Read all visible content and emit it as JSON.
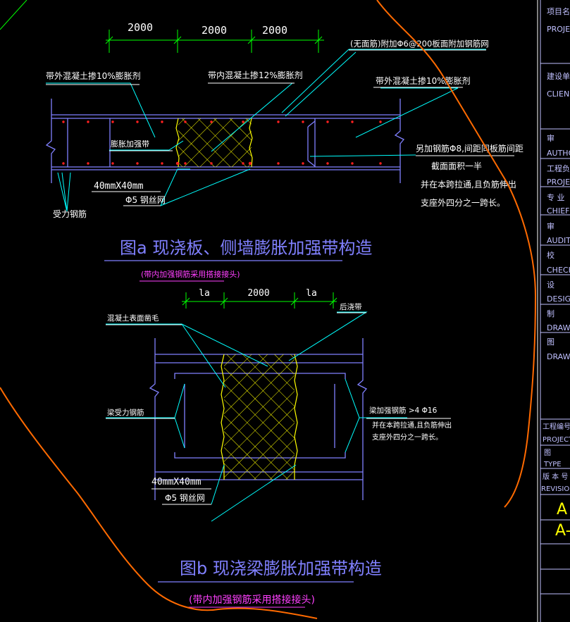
{
  "fig_a": {
    "dims": [
      "2000",
      "2000",
      "2000"
    ],
    "label_left_concrete": "带外混凝土掺10%膨胀剂",
    "label_mid_concrete": "带内混凝土掺12%膨胀剂",
    "label_top_note": "(无面筋)附加Φ6@200板面附加钢筋网",
    "label_right_concrete": "带外混凝土掺10%膨胀剂",
    "label_strip": "膨胀加强带",
    "label_mesh_size": "40mmX40mm",
    "label_mesh_wire": "Φ5 钢丝网",
    "label_rebar": "受力钢筋",
    "note_lines": [
      "另加钢筋Φ8,间距同板筋间距",
      "截面面积一半",
      "并在本跨拉通,且负筋伸出",
      "支座外四分之一跨长。"
    ],
    "title": "图a  现浇板、侧墙膨胀加强带构造",
    "subtitle": "(带内加强钢筋采用搭接接头)"
  },
  "fig_b": {
    "dims": [
      "la",
      "2000",
      "la"
    ],
    "label_rough": "混凝土表面凿毛",
    "label_post_pour": "后浇带",
    "label_beam_rebar": "梁受力钢筋",
    "note_lines": [
      "梁加强钢筋  >4 Φ16",
      "并在本跨拉通,且负筋伸出",
      "支座外四分之一跨长。"
    ],
    "label_mesh_size": "40mmX40mm",
    "label_mesh_wire": "Φ5 钢丝网",
    "title": "图b  现浇梁膨胀加强带构造",
    "subtitle": "(带内加强钢筋采用搭接接头)"
  },
  "title_block": {
    "rows": [
      {
        "cn": "项目名",
        "en": "PROJE"
      },
      {
        "cn": "建设单",
        "en": "CLIEN"
      },
      {
        "cn": "审",
        "en": "AUTHO"
      },
      {
        "cn": "工程负责",
        "en": "PROJEC"
      },
      {
        "cn": "专 业",
        "en": "CHIEF"
      },
      {
        "cn": "审",
        "en": "AUDITI"
      },
      {
        "cn": "校",
        "en": "CHECK"
      },
      {
        "cn": "设",
        "en": "DESIGN"
      },
      {
        "cn": "制",
        "en": "DRAWI"
      },
      {
        "cn": "图",
        "en": "DRAWI"
      },
      {
        "cn": "工程编号",
        "en": "PROJECT"
      },
      {
        "cn": "图 ",
        "en": "TYPE"
      },
      {
        "cn": "版 本 号",
        "en": "REVISION"
      }
    ],
    "sheet_codes": [
      "A",
      "A-"
    ]
  },
  "colors": {
    "dimension": "#00ff00",
    "structure": "#8080ff",
    "rebar": "#ff2020",
    "mesh": "#ffff00",
    "leader": "#00ffff",
    "text": "#ffffff",
    "title": "#8080ff",
    "subtitle": "#ff40ff",
    "revision_cloud": "#ff6a00",
    "title_block": "#c0c0ff",
    "sheet_code": "#ffff00"
  }
}
